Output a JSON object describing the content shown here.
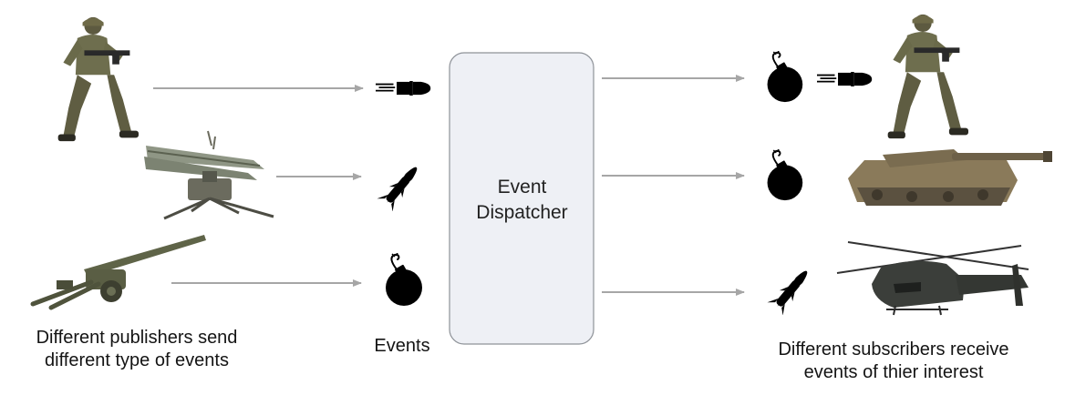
{
  "dispatcher": {
    "line1": "Event",
    "line2": "Dispatcher"
  },
  "publishers": {
    "caption_line1": "Different publishers send",
    "caption_line2": "different type of events",
    "items": [
      {
        "name": "soldier",
        "event": "bullet"
      },
      {
        "name": "missile launcher",
        "event": "missile"
      },
      {
        "name": "artillery cannon",
        "event": "bomb"
      }
    ]
  },
  "events": {
    "caption": "Events"
  },
  "subscribers": {
    "caption_line1": "Different subscribers receive",
    "caption_line2": "events of thier interest",
    "items": [
      {
        "name": "soldier",
        "receives": [
          "bomb",
          "bullet"
        ]
      },
      {
        "name": "tank",
        "receives": [
          "bomb"
        ]
      },
      {
        "name": "helicopter",
        "receives": [
          "missile"
        ]
      }
    ]
  },
  "colors": {
    "arrow": "#a6a6a6",
    "dispatcher_fill": "#eef0f5",
    "dispatcher_stroke": "#8e9298",
    "event_icon": "#000000"
  }
}
